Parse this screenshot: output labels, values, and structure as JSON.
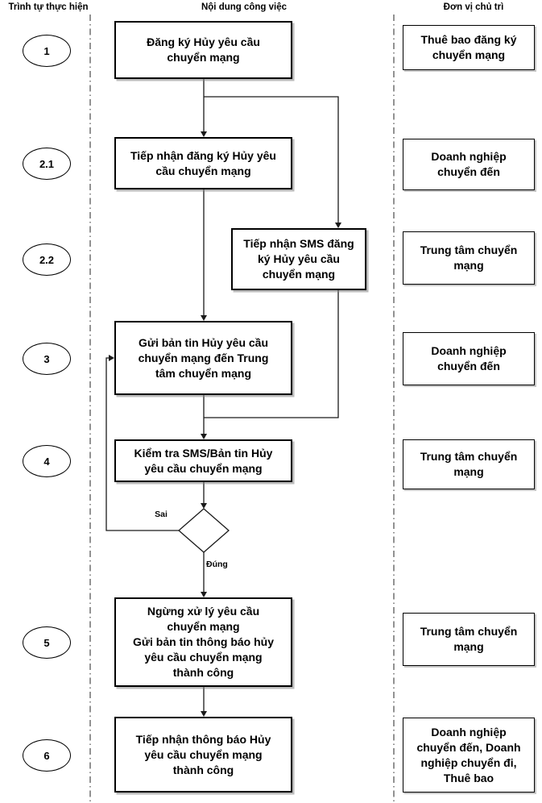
{
  "headers": {
    "stage": "Trình tự thực hiện",
    "content": "Nội dung công việc",
    "owner": "Đơn vị chủ trì"
  },
  "stages": [
    {
      "label": "1"
    },
    {
      "label": "2.1"
    },
    {
      "label": "2.2"
    },
    {
      "label": "3"
    },
    {
      "label": "4"
    },
    {
      "label": "5"
    },
    {
      "label": "6"
    }
  ],
  "process": [
    {
      "label": "Đăng ký Hủy yêu cầu\nchuyển mạng"
    },
    {
      "label": "Tiếp nhận đăng ký Hủy yêu\ncầu chuyển mạng"
    },
    {
      "label": "Tiếp nhận SMS đăng\nký Hủy yêu cầu\nchuyển mạng"
    },
    {
      "label": "Gửi bản tin Hủy yêu cầu\nchuyển mạng đến Trung\ntâm chuyển mạng"
    },
    {
      "label": "Kiểm tra SMS/Bản tin Hủy\nyêu cầu chuyển mạng"
    },
    {
      "label": "Ngừng xử lý yêu cầu\nchuyển mạng\nGửi bản tin thông báo hủy\nyêu cầu chuyển mạng\nthành công"
    },
    {
      "label": "Tiếp nhận thông báo Hủy\nyêu cầu chuyển mạng\nthành công"
    }
  ],
  "owners": [
    {
      "label": "Thuê bao đăng ký\nchuyển mạng"
    },
    {
      "label": "Doanh nghiệp\nchuyển đến"
    },
    {
      "label": "Trung tâm chuyển\nmạng"
    },
    {
      "label": "Doanh nghiệp\nchuyển đến"
    },
    {
      "label": "Trung tâm chuyển\nmạng"
    },
    {
      "label": "Trung tâm chuyển\nmạng"
    },
    {
      "label": "Doanh nghiệp\nchuyển đến, Doanh\nnghiệp chuyển đi,\nThuê bao"
    }
  ],
  "decision": {
    "false_label": "Sai",
    "true_label": "Đúng"
  },
  "colors": {
    "line": "#1a1a1a",
    "border": "#000000",
    "background": "#ffffff",
    "shadow": "#828282"
  }
}
